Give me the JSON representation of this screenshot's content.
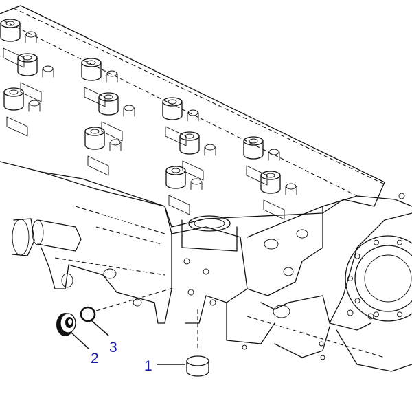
{
  "diagram": {
    "colors": {
      "line_art": "#111111",
      "callout_text": "#1a1aa6",
      "background": "#ffffff"
    },
    "callouts": [
      {
        "id": 1,
        "label": "1"
      },
      {
        "id": 2,
        "label": "2"
      },
      {
        "id": 3,
        "label": "3"
      }
    ]
  }
}
